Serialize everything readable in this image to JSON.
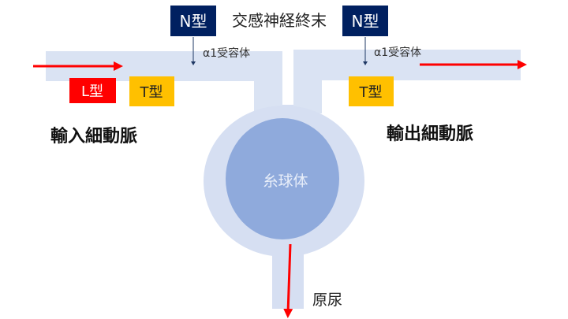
{
  "title": "交感神経終末",
  "n_type_left": "N型",
  "n_type_right": "N型",
  "receptor_left": "α1受容体",
  "receptor_right": "α1受容体",
  "l_type": "L型",
  "t_type_left": "T型",
  "t_type_right": "T型",
  "afferent": "輸入細動脈",
  "efferent": "輸出細動脈",
  "glomerulus": "糸球体",
  "urine": "原尿",
  "colors": {
    "vessel": "#dae3f3",
    "capsule": "#d6dff2",
    "glomerulus": "#8faadc",
    "n_box": "#002060",
    "l_box": "#ff0000",
    "t_box": "#ffc000",
    "arrow": "#ff0000"
  }
}
